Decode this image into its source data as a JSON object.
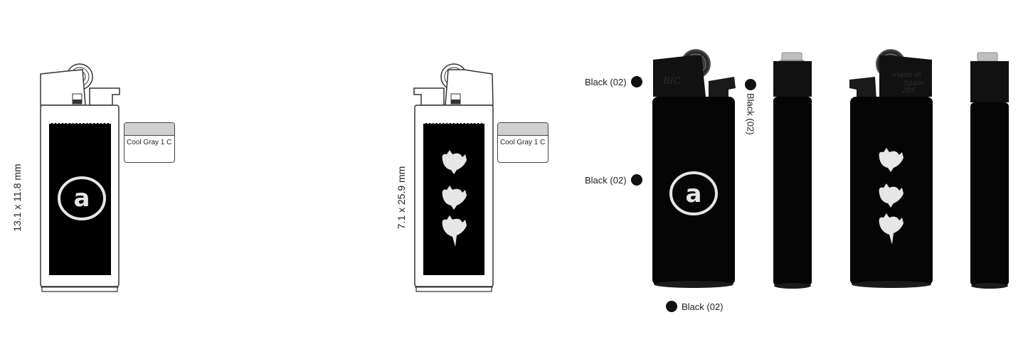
{
  "templates": [
    {
      "dimension": "13.1 x 11.8 mm",
      "swatch_label": "Cool Gray 1 C",
      "swatch_color": "#d0d0d0",
      "logo": "circle-a"
    },
    {
      "dimension": "7.1 x 25.9 mm",
      "swatch_label": "Cool Gray 1 C",
      "swatch_color": "#d0d0d0",
      "logo": "goats"
    }
  ],
  "callouts": {
    "cap": "Black (02)",
    "body": "Black (02)",
    "hood": "Black (02)",
    "bottom": "Black (02)"
  },
  "colors": {
    "lighter_body": "#050505",
    "print": "#e6e6e6",
    "outline": "#333333"
  },
  "icons": [
    "circle-a-logo-icon",
    "goat-figures-icon",
    "spark-wheel-icon"
  ]
}
